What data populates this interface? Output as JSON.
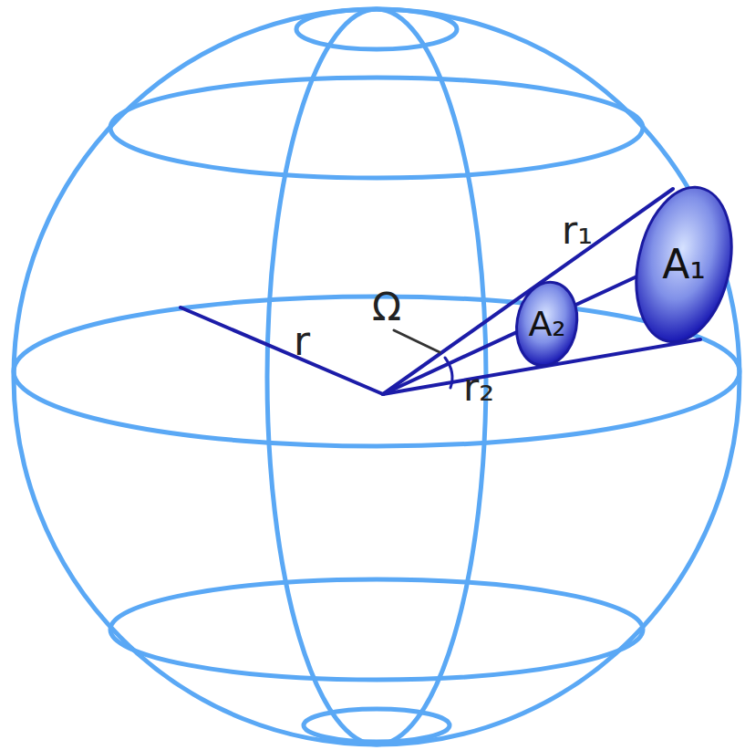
{
  "diagram": {
    "nodes": [
      {
        "text": [
          "A₁"
        ]
      },
      {
        "text": [
          "A₂"
        ]
      }
    ],
    "labels": [
      "r",
      "Ω",
      "r₁",
      "r₂"
    ]
  }
}
